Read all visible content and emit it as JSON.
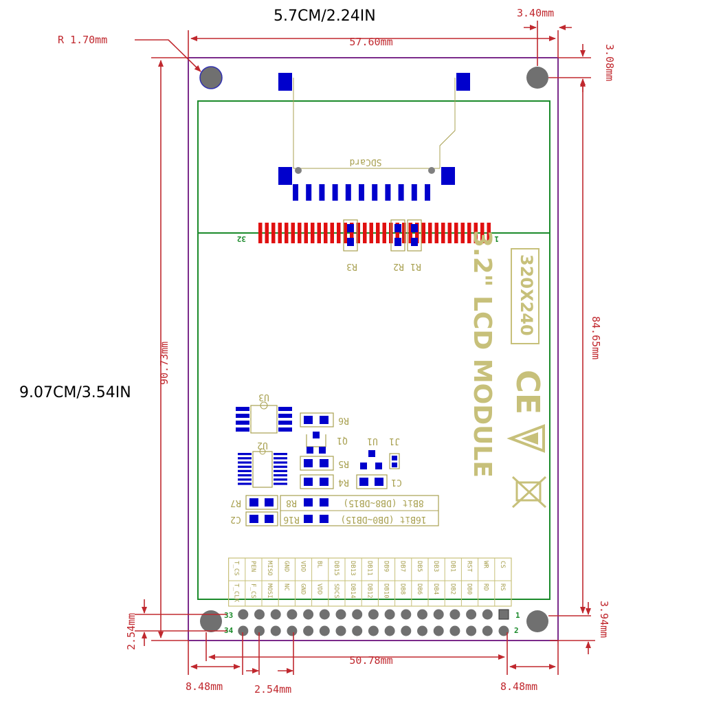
{
  "captions": {
    "width_size": "5.7CM/2.24IN",
    "height_size": "9.07CM/3.54IN"
  },
  "dimensions": {
    "corner_radius": "R 1.70mm",
    "board_width": "57.60mm",
    "hole_right_offset": "3.40mm",
    "hole_top_offset": "3.08mm",
    "board_height": "90.73mm",
    "hole_span_height": "84.65mm",
    "pin_pitch_vertical": "2.54mm",
    "hole_bottom_offset": "3.94mm",
    "header_span": "50.78mm",
    "left_offset": "8.48mm",
    "pin_pitch_horizontal": "2.54mm",
    "right_offset": "8.48mm"
  },
  "silkscreen": {
    "sdcard": "SDCard",
    "pin_first": "1",
    "pin_last": "32",
    "r3": "R3",
    "r2": "R2",
    "r1": "R1",
    "size": "3.2\" LCD MODULE",
    "resolution": "320X240",
    "ce_mark": "CE",
    "u3": "U3",
    "u2": "U2",
    "r6": "R6",
    "q1": "Q1",
    "u1": "U1",
    "j1": "J1",
    "r5": "R5",
    "r4": "R4",
    "c1": "C1",
    "r7": "R7",
    "c2": "C2",
    "r8": "R8",
    "r16": "R16",
    "bus8": "8Bit (DB8~DB15)",
    "bus16": "16Bit (DB0~DB15)",
    "header_pin1": "1",
    "header_pin2": "2",
    "header_pin33": "33",
    "header_pin34": "34"
  },
  "header_pins": {
    "top_row": [
      "CS",
      "WR",
      "RST",
      "DB1",
      "DB3",
      "DB5",
      "DB7",
      "DB9",
      "DB11",
      "DB13",
      "DB15",
      "BL",
      "VDD",
      "GND",
      "MISO",
      "PEN",
      "T_CS"
    ],
    "bottom_row": [
      "RS",
      "RD",
      "DB0",
      "DB2",
      "DB4",
      "DB6",
      "DB8",
      "DB10",
      "DB12",
      "DB14",
      "SDCS",
      "VDD",
      "GND",
      "NC",
      "MOSI",
      "F_CS",
      "T_CLK"
    ]
  },
  "colors": {
    "dimension": "#c0282e",
    "board_outline": "#7a2a8a",
    "inner_frame": "#1a8a2a",
    "pad_blue": "#0000cc",
    "pad_red": "#e01010",
    "silkscreen": "#c7c07a",
    "hole": "#707070"
  }
}
